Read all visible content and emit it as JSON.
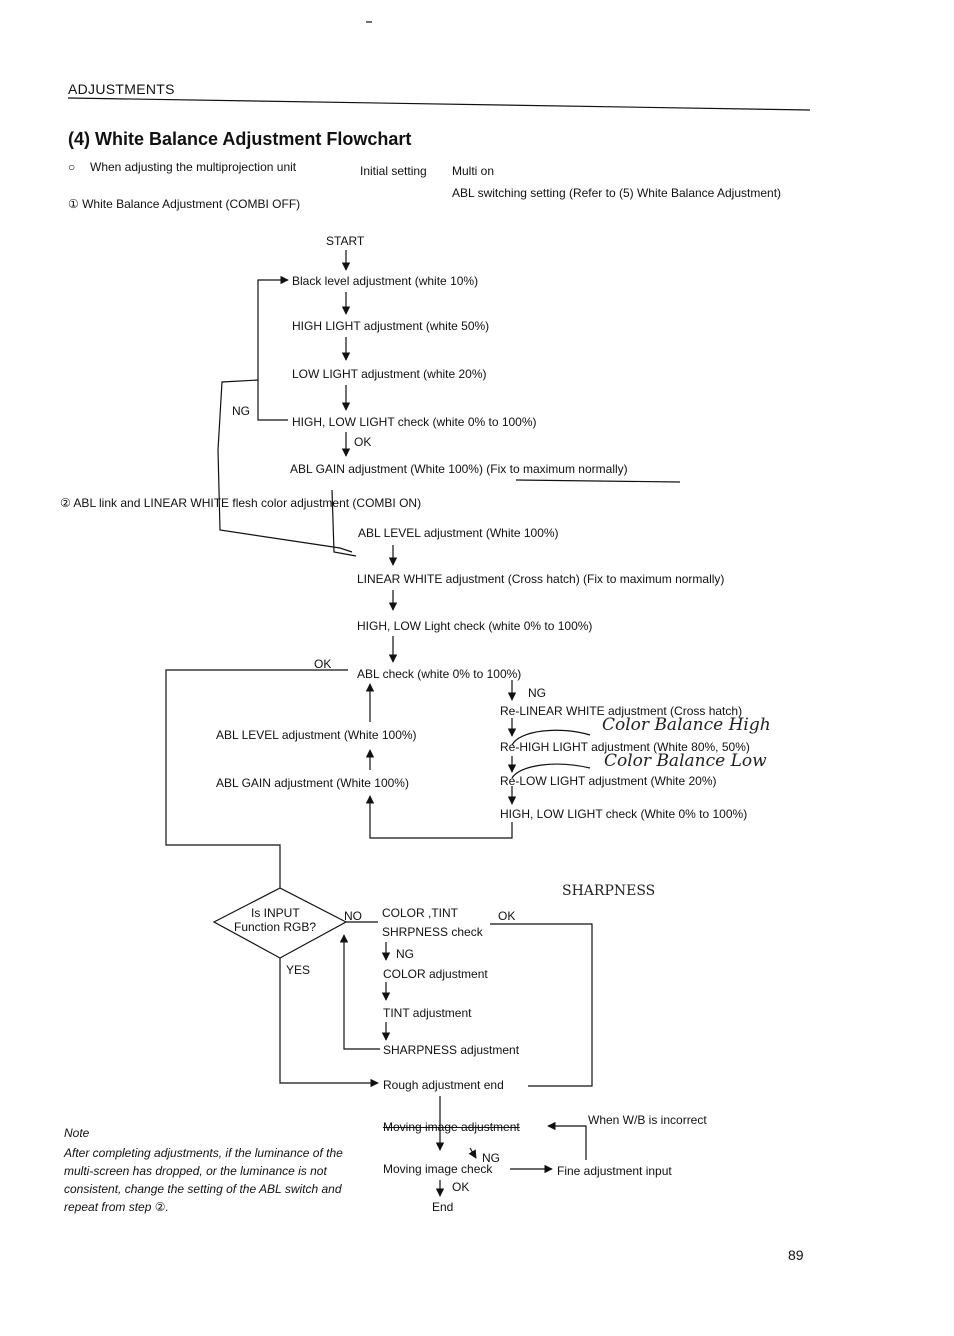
{
  "header": {
    "section": "ADJUSTMENTS",
    "title": "(4) White Balance Adjustment Flowchart"
  },
  "intro": {
    "bullet": "○",
    "multi_label": "When adjusting the multiprojection unit",
    "initial_label": "Initial setting",
    "initial_value": "Multi on",
    "abl_setting": "ABL switching setting (Refer to (5) White Balance Adjustment)",
    "step1": "① White Balance Adjustment (COMBI OFF)",
    "step2": "② ABL link and LINEAR WHITE flesh color adjustment (COMBI ON)"
  },
  "flow": {
    "start": "START",
    "black_level": "Black level adjustment (white 10%)",
    "high_light": "HIGH LIGHT adjustment (white 50%)",
    "low_light": "LOW LIGHT adjustment (white 20%)",
    "hl_check": "HIGH, LOW LIGHT check (white 0% to 100%)",
    "ng": "NG",
    "ok": "OK",
    "abl_gain": "ABL GAIN adjustment (White 100%) (Fix to maximum normally)",
    "abl_level": "ABL LEVEL adjustment (White 100%)",
    "linear_white": "LINEAR WHITE adjustment (Cross hatch) (Fix to maximum normally)",
    "hl_check2": "HIGH, LOW Light check (white 0% to 100%)",
    "abl_check": "ABL check (white 0% to 100%)",
    "re_linear": "Re-LINEAR WHITE adjustment (Cross hatch)",
    "re_high": "Re-HIGH LIGHT adjustment (White 80%, 50%)",
    "re_low": "Re-LOW LIGHT adjustment (White 20%)",
    "hl_check3": "HIGH, LOW LIGHT check (White 0% to 100%)",
    "abl_level_left": "ABL LEVEL adjustment (White 100%)",
    "abl_gain_left": "ABL GAIN adjustment (White 100%)",
    "decision_line1": "Is INPUT",
    "decision_line2": "Function RGB?",
    "no": "NO",
    "yes": "YES",
    "color_tint": "COLOR ,TINT",
    "shrpness_check": "SHRPNESS check",
    "color_adj": "COLOR adjustment",
    "tint_adj": "TINT adjustment",
    "sharpness_adj": "SHARPNESS adjustment",
    "rough_end": "Rough adjustment end",
    "moving_adj": "Moving image adjustment",
    "moving_check": "Moving image check",
    "fine_adj": "Fine adjustment input",
    "when_incorrect": "When W/B is incorrect",
    "end": "End"
  },
  "handwriting": {
    "color_balance_high": "Color Balance High",
    "color_balance_low": "Color Balance Low",
    "sharpness": "SHARPNESS"
  },
  "note": {
    "label": "Note",
    "text": "After completing adjustments, if the luminance of the multi-screen has dropped, or the luminance is not consistent, change the setting of the ABL switch and repeat from step ②."
  },
  "page_number": "89"
}
